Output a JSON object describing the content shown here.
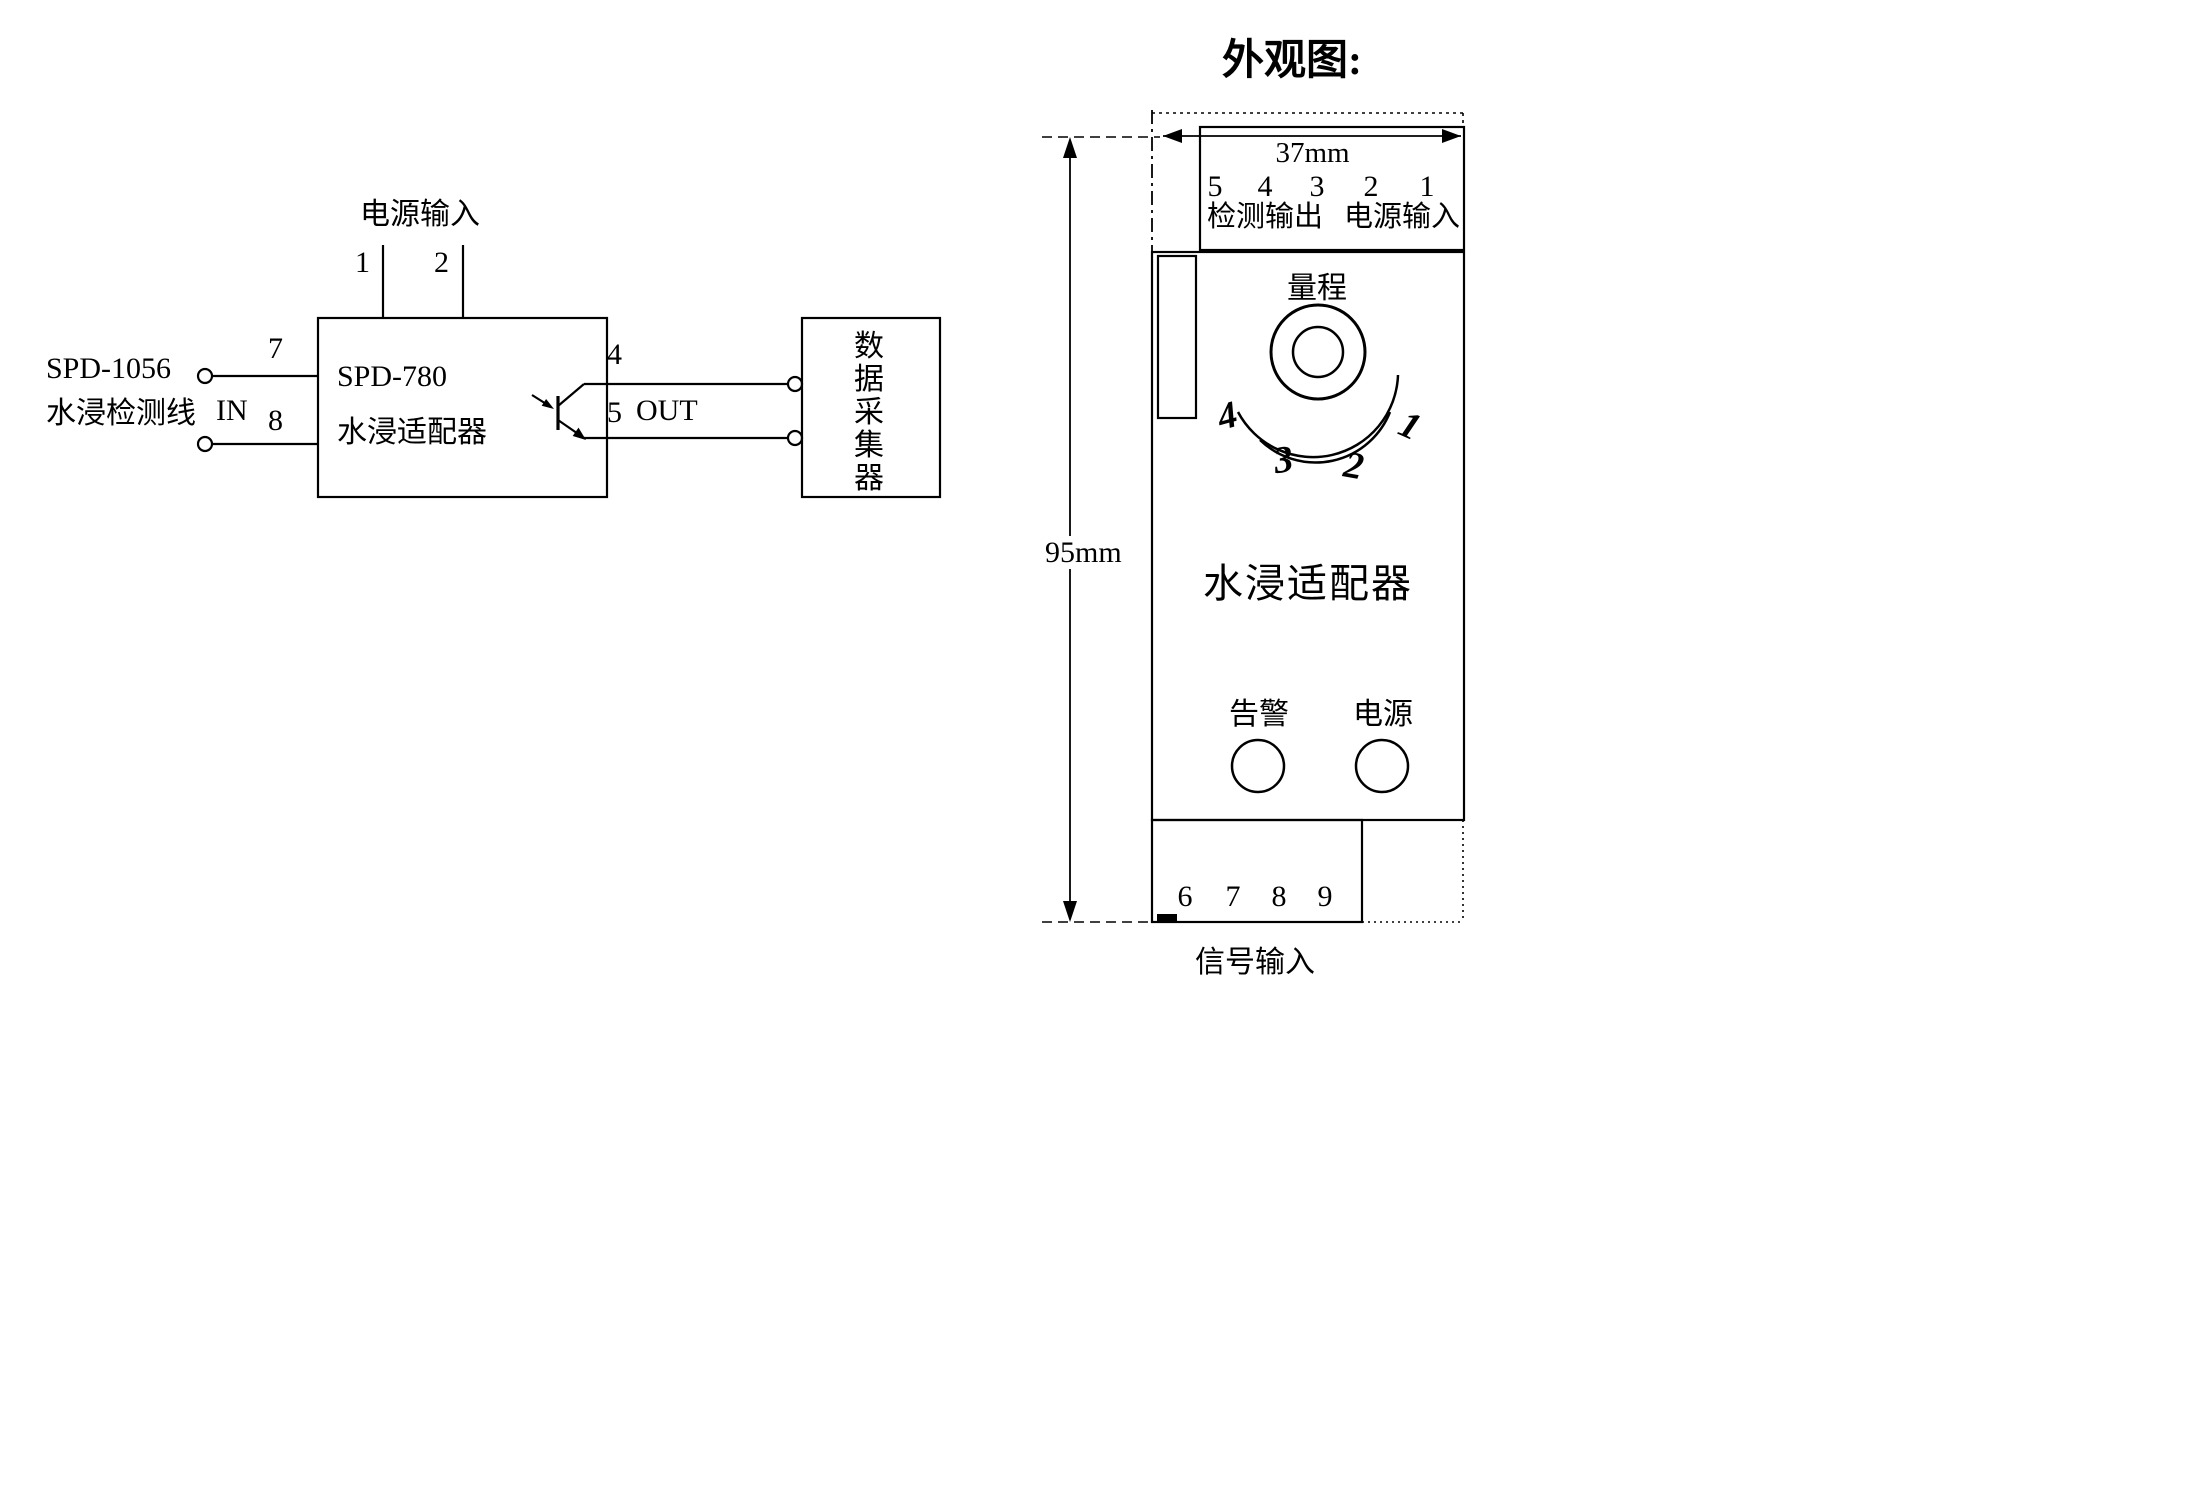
{
  "page": {
    "background": "#ffffff",
    "ink": "#000000"
  },
  "wiring": {
    "power_input_label": "电源输入",
    "pin_1": "1",
    "pin_2": "2",
    "sensor_model": "SPD-1056",
    "sensor_name": "水浸检测线",
    "in_label": "IN",
    "pin_7": "7",
    "pin_8": "8",
    "adapter_model": "SPD-780",
    "adapter_name": "水浸适配器",
    "pin_4": "4",
    "pin_5": "5",
    "out_label": "OUT",
    "collector_label": "数据采集器"
  },
  "appearance": {
    "title": "外观图:",
    "width_dim": "37mm",
    "height_dim": "95mm",
    "top_pins": [
      "5",
      "4",
      "3",
      "2",
      "1"
    ],
    "detect_out_label": "检测输出",
    "power_in_label": "电源输入",
    "range_label": "量程",
    "knob_numbers": [
      "4",
      "3",
      "2",
      "1"
    ],
    "device_name": "水浸适配器",
    "alarm_label": "告警",
    "power_label": "电源",
    "bottom_pins": [
      "6",
      "7",
      "8",
      "9"
    ],
    "signal_in_label": "信号输入"
  }
}
